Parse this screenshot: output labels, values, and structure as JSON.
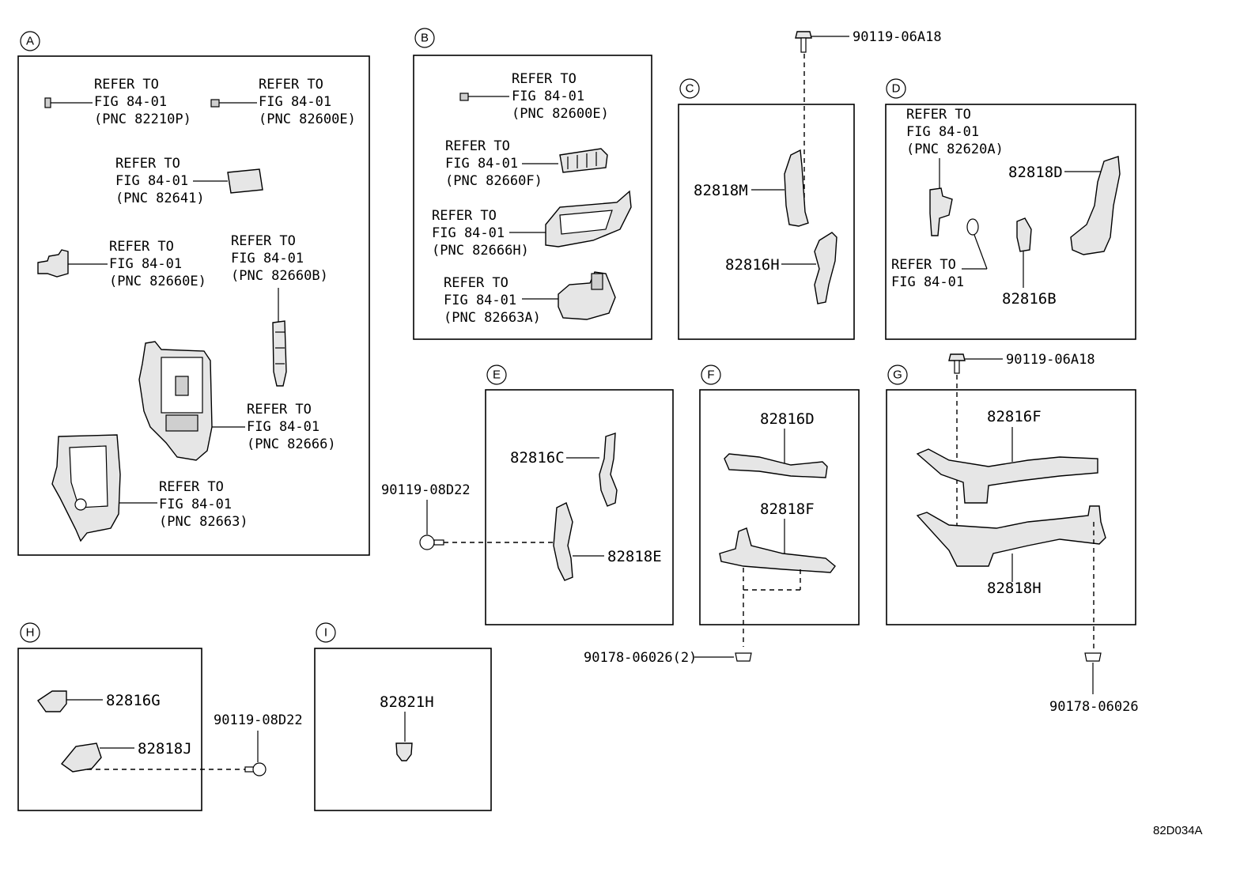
{
  "sections": {
    "A": {
      "letter": "A",
      "refs": [
        {
          "l1": "REFER TO",
          "l2": "FIG 84-01",
          "l3": "(PNC 82210P)"
        },
        {
          "l1": "REFER TO",
          "l2": "FIG 84-01",
          "l3": "(PNC 82600E)"
        },
        {
          "l1": "REFER TO",
          "l2": "FIG 84-01",
          "l3": "(PNC 82641)"
        },
        {
          "l1": "REFER TO",
          "l2": "FIG 84-01",
          "l3": "(PNC 82660E)"
        },
        {
          "l1": "REFER TO",
          "l2": "FIG 84-01",
          "l3": "(PNC 82660B)"
        },
        {
          "l1": "REFER TO",
          "l2": "FIG 84-01",
          "l3": "(PNC 82666)"
        },
        {
          "l1": "REFER TO",
          "l2": "FIG 84-01",
          "l3": "(PNC 82663)"
        }
      ]
    },
    "B": {
      "letter": "B",
      "refs": [
        {
          "l1": "REFER TO",
          "l2": "FIG 84-01",
          "l3": "(PNC 82600E)"
        },
        {
          "l1": "REFER TO",
          "l2": "FIG 84-01",
          "l3": "(PNC 82660F)"
        },
        {
          "l1": "REFER TO",
          "l2": "FIG 84-01",
          "l3": "(PNC 82666H)"
        },
        {
          "l1": "REFER TO",
          "l2": "FIG 84-01",
          "l3": "(PNC 82663A)"
        }
      ]
    },
    "C": {
      "letter": "C",
      "parts": [
        "82818M",
        "82816H"
      ],
      "bolt": "90119-06A18"
    },
    "D": {
      "letter": "D",
      "ref1": {
        "l1": "REFER TO",
        "l2": "FIG 84-01",
        "l3": "(PNC 82620A)"
      },
      "ref2": {
        "l1": "REFER TO",
        "l2": "FIG 84-01"
      },
      "parts": [
        "82818D",
        "82816B"
      ]
    },
    "E": {
      "letter": "E",
      "parts": [
        "82816C",
        "82818E"
      ],
      "bolt": "90119-08D22"
    },
    "F": {
      "letter": "F",
      "parts": [
        "82816D",
        "82818F"
      ],
      "clip": "90178-06026(2)"
    },
    "G": {
      "letter": "G",
      "parts": [
        "82816F",
        "82818H"
      ],
      "bolt": "90119-06A18",
      "clip": "90178-06026"
    },
    "H": {
      "letter": "H",
      "parts": [
        "82816G",
        "82818J"
      ],
      "bolt": "90119-08D22"
    },
    "I": {
      "letter": "I",
      "parts": [
        "82821H"
      ]
    }
  },
  "figure_id": "82D034A"
}
